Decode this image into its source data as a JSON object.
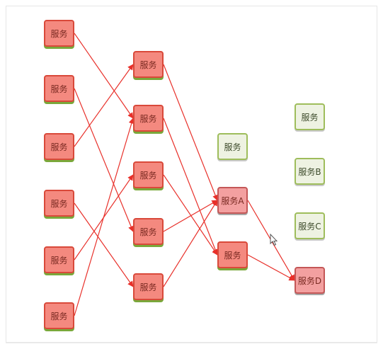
{
  "diagram": {
    "nodes": {
      "c1n1": {
        "label": "服务",
        "style": "red"
      },
      "c1n2": {
        "label": "服务",
        "style": "red"
      },
      "c1n3": {
        "label": "服务",
        "style": "red"
      },
      "c1n4": {
        "label": "服务",
        "style": "red"
      },
      "c1n5": {
        "label": "服务",
        "style": "red"
      },
      "c1n6": {
        "label": "服务",
        "style": "red"
      },
      "c2n1": {
        "label": "服务",
        "style": "red"
      },
      "c2n2": {
        "label": "服务",
        "style": "red"
      },
      "c2n3": {
        "label": "服务",
        "style": "red"
      },
      "c2n4": {
        "label": "服务",
        "style": "red"
      },
      "c2n5": {
        "label": "服务",
        "style": "red"
      },
      "c3top": {
        "label": "服务",
        "style": "green"
      },
      "c3a": {
        "label": "服务A",
        "style": "pink"
      },
      "c3b": {
        "label": "服务",
        "style": "red"
      },
      "c4top": {
        "label": "服务",
        "style": "green"
      },
      "c4b": {
        "label": "服务B",
        "style": "green"
      },
      "c4c": {
        "label": "服务C",
        "style": "green"
      },
      "c4d": {
        "label": "服务D",
        "style": "pink"
      }
    },
    "edges": [
      [
        "c1n1",
        "c2n2"
      ],
      [
        "c1n2",
        "c2n4"
      ],
      [
        "c1n3",
        "c2n1"
      ],
      [
        "c1n4",
        "c2n5"
      ],
      [
        "c1n5",
        "c2n3"
      ],
      [
        "c1n6",
        "c2n2"
      ],
      [
        "c2n1",
        "c3a"
      ],
      [
        "c2n2",
        "c3b"
      ],
      [
        "c2n3",
        "c3b"
      ],
      [
        "c2n4",
        "c3a"
      ],
      [
        "c2n5",
        "c3a"
      ],
      [
        "c3a",
        "c4d"
      ],
      [
        "c3b",
        "c4d"
      ]
    ],
    "colors": {
      "edge": "#e8302a",
      "red_fill": "#f4897f",
      "green_fill": "#eef2e2",
      "pink_fill": "#f3a0a0"
    }
  }
}
